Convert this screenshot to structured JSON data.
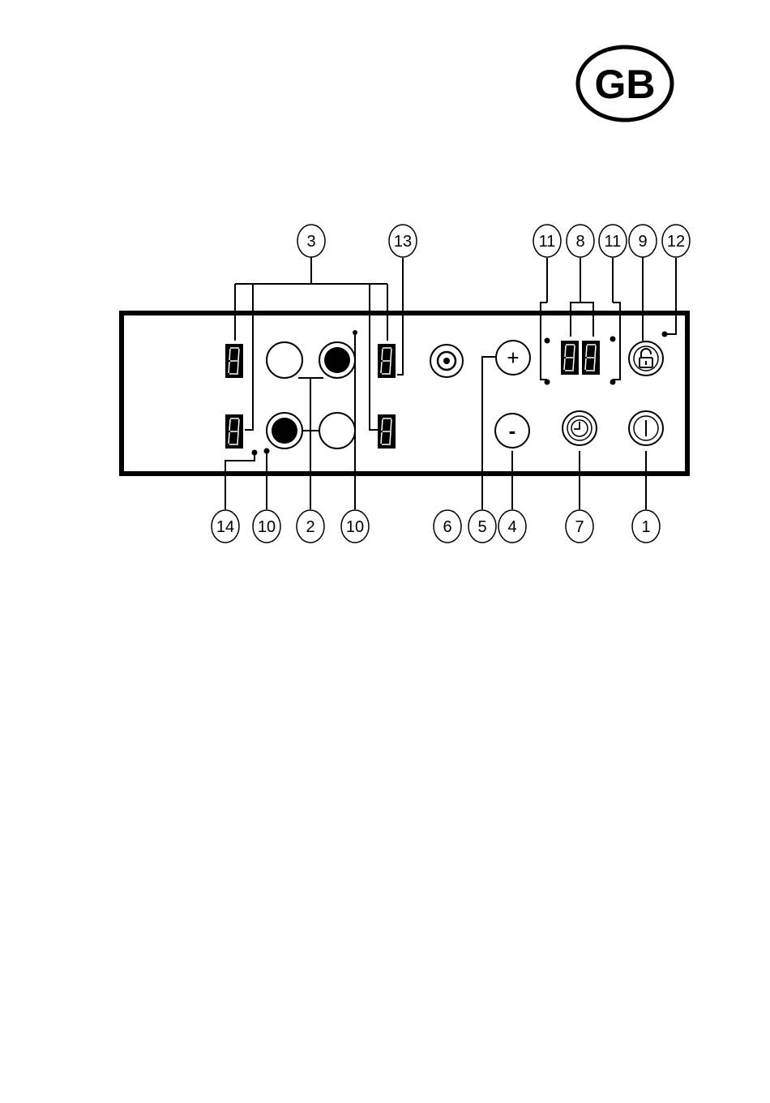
{
  "badge": {
    "text": "GB"
  },
  "controls": {
    "plus_symbol": "+",
    "minus_symbol": "-",
    "lock_icon": "lock-icon",
    "timer_icon": "clock-icon",
    "power_icon": "power-icon",
    "booster_icon": "booster-icon"
  },
  "callouts": {
    "c3": "3",
    "c13": "13",
    "c11_left": "11",
    "c8": "8",
    "c11_right": "11",
    "c9": "9",
    "c12": "12",
    "c14": "14",
    "c10_left": "10",
    "c2": "2",
    "c10_right": "10",
    "c6": "6",
    "c5": "5",
    "c4": "4",
    "c7": "7",
    "c1": "1"
  },
  "display_digits": [
    "8",
    "8",
    "8",
    "8",
    "8",
    "8"
  ],
  "colors": {
    "ink": "#000000",
    "panel_border": "#000000",
    "background": "#ffffff"
  }
}
